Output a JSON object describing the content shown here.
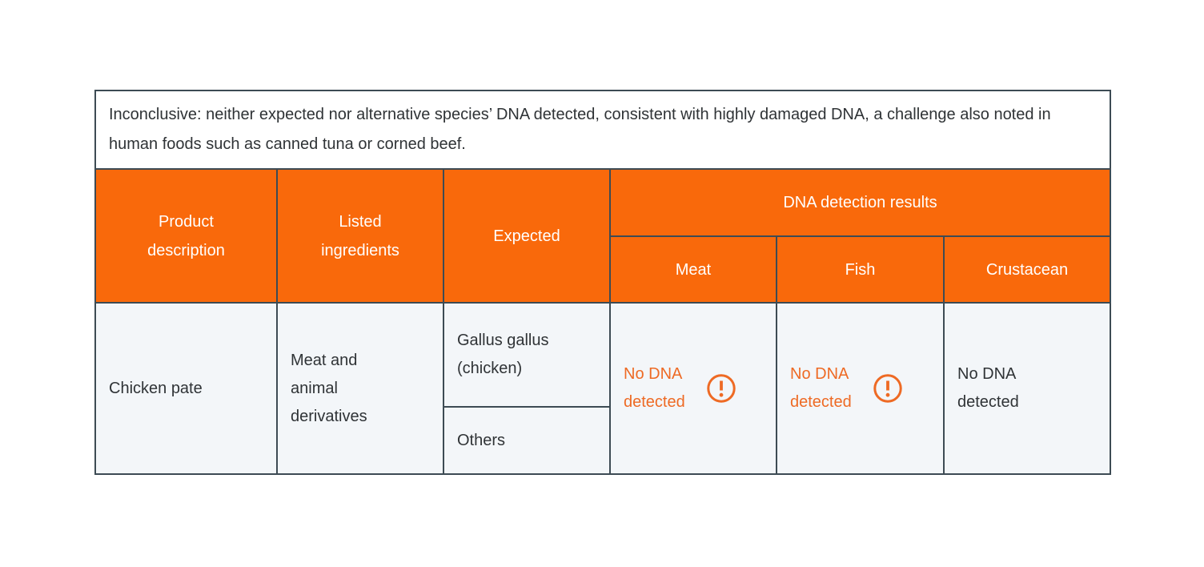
{
  "note": {
    "text": "Inconclusive: neither expected nor alternative species’ DNA detected, consistent with highly damaged DNA, a challenge also noted in human foods such as canned tuna or corned beef."
  },
  "table": {
    "headers": {
      "product": "Product\ndescription",
      "ingredients": "Listed\ningredients",
      "expected": "Expected",
      "dna_group": "DNA detection results",
      "meat": "Meat",
      "fish": "Fish",
      "crustacean": "Crustacean"
    },
    "row": {
      "product": "Chicken pate",
      "ingredients": "Meat and\nanimal\nderivatives",
      "expected_primary": "Gallus gallus\n(chicken)",
      "expected_secondary": "Others",
      "meat_result": "No DNA\ndetected",
      "meat_flag": "warning",
      "fish_result": "No DNA\ndetected",
      "fish_flag": "warning",
      "crustacean_result": "No DNA\ndetected",
      "crustacean_flag": "none"
    }
  },
  "colors": {
    "header_orange": "#f9690b",
    "alert_orange": "#ee6a24",
    "border": "#3d4b54",
    "body_background": "#f3f6f9",
    "text": "#2f3336",
    "header_text": "#ffffff"
  }
}
